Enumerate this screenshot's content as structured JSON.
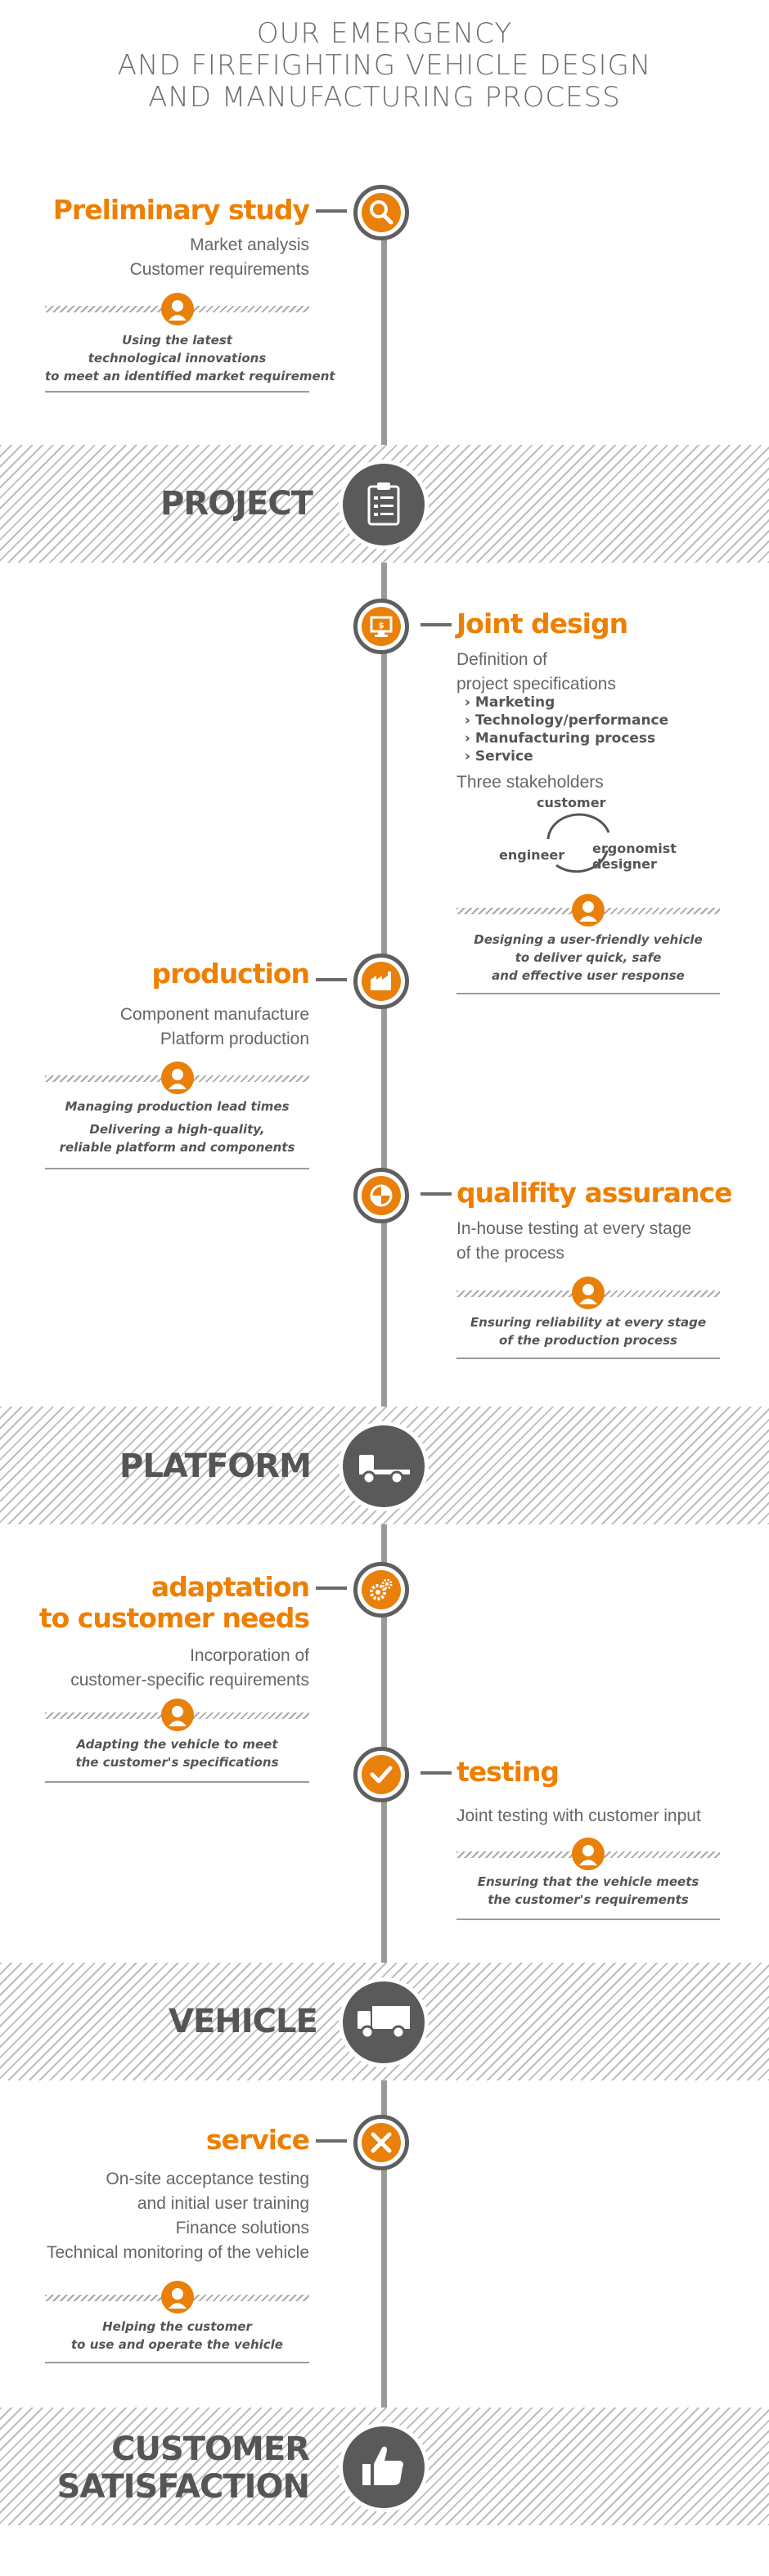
{
  "title_lines": [
    "OUR EMERGENCY",
    "AND FIREFIGHTING VEHICLE DESIGN",
    "AND MANUFACTURING PROCESS"
  ],
  "bands": {
    "project": "PROJECT",
    "platform": "PLATFORM",
    "vehicle": "VEHICLE",
    "satisfaction_1": "CUSTOMER",
    "satisfaction_2": "SATISFACTION"
  },
  "steps": {
    "preliminary": {
      "title": "Preliminary study",
      "lines": [
        "Market analysis",
        "Customer requirements"
      ],
      "note": [
        "Using the latest",
        "technological innovations",
        "to meet an identified market requirement"
      ]
    },
    "joint_design": {
      "title": "Joint design",
      "lines": [
        "Definition of",
        "project specifications"
      ],
      "bullets": [
        "› Marketing",
        "› Technology/performance",
        "› Manufacturing process",
        "› Service"
      ],
      "stakeholders_label": "Three stakeholders",
      "stakeholders": {
        "customer": "customer",
        "engineer": "engineer",
        "ergonomist": "ergonomist",
        "designer": "designer"
      },
      "note": [
        "Designing a user-friendly vehicle",
        "to deliver quick, safe",
        "and effective user response"
      ]
    },
    "production": {
      "title": "production",
      "lines": [
        "Component manufacture",
        "Platform production"
      ],
      "note": [
        "Managing production lead times",
        "Delivering a high-quality,",
        "reliable platform and components"
      ]
    },
    "quality": {
      "title": "qualifity assurance",
      "lines": [
        "In-house testing at every stage",
        "of the process"
      ],
      "note": [
        "Ensuring reliability at every stage",
        "of the production process"
      ]
    },
    "adaptation": {
      "title_1": "adaptation",
      "title_2": "to customer needs",
      "lines": [
        "Incorporation of",
        "customer-specific requirements"
      ],
      "note": [
        "Adapting the vehicle to meet",
        "the customer's specifications"
      ]
    },
    "testing": {
      "title": "testing",
      "lines": [
        "Joint testing with customer input"
      ],
      "note": [
        "Ensuring that the vehicle meets",
        "the customer's requirements"
      ]
    },
    "service": {
      "title": "service",
      "lines": [
        "On-site acceptance testing",
        "and initial user training",
        "Finance solutions",
        "Technical monitoring of the vehicle"
      ],
      "note": [
        "Helping the customer",
        "to use and operate the vehicle"
      ]
    }
  },
  "colors": {
    "accent": "#ee7f00",
    "dark": "#5a5a5a",
    "text": "#666666"
  },
  "icons": {
    "preliminary": "magnifier-icon",
    "project": "clipboard-icon",
    "joint_design": "monitor-icon",
    "production": "factory-icon",
    "quality": "quality-seal-icon",
    "platform": "truck-chassis-icon",
    "adaptation": "gears-icon",
    "testing": "checkmark-icon",
    "vehicle": "truck-icon",
    "service": "tools-icon",
    "satisfaction": "thumbs-up-icon",
    "person": "person-icon"
  }
}
